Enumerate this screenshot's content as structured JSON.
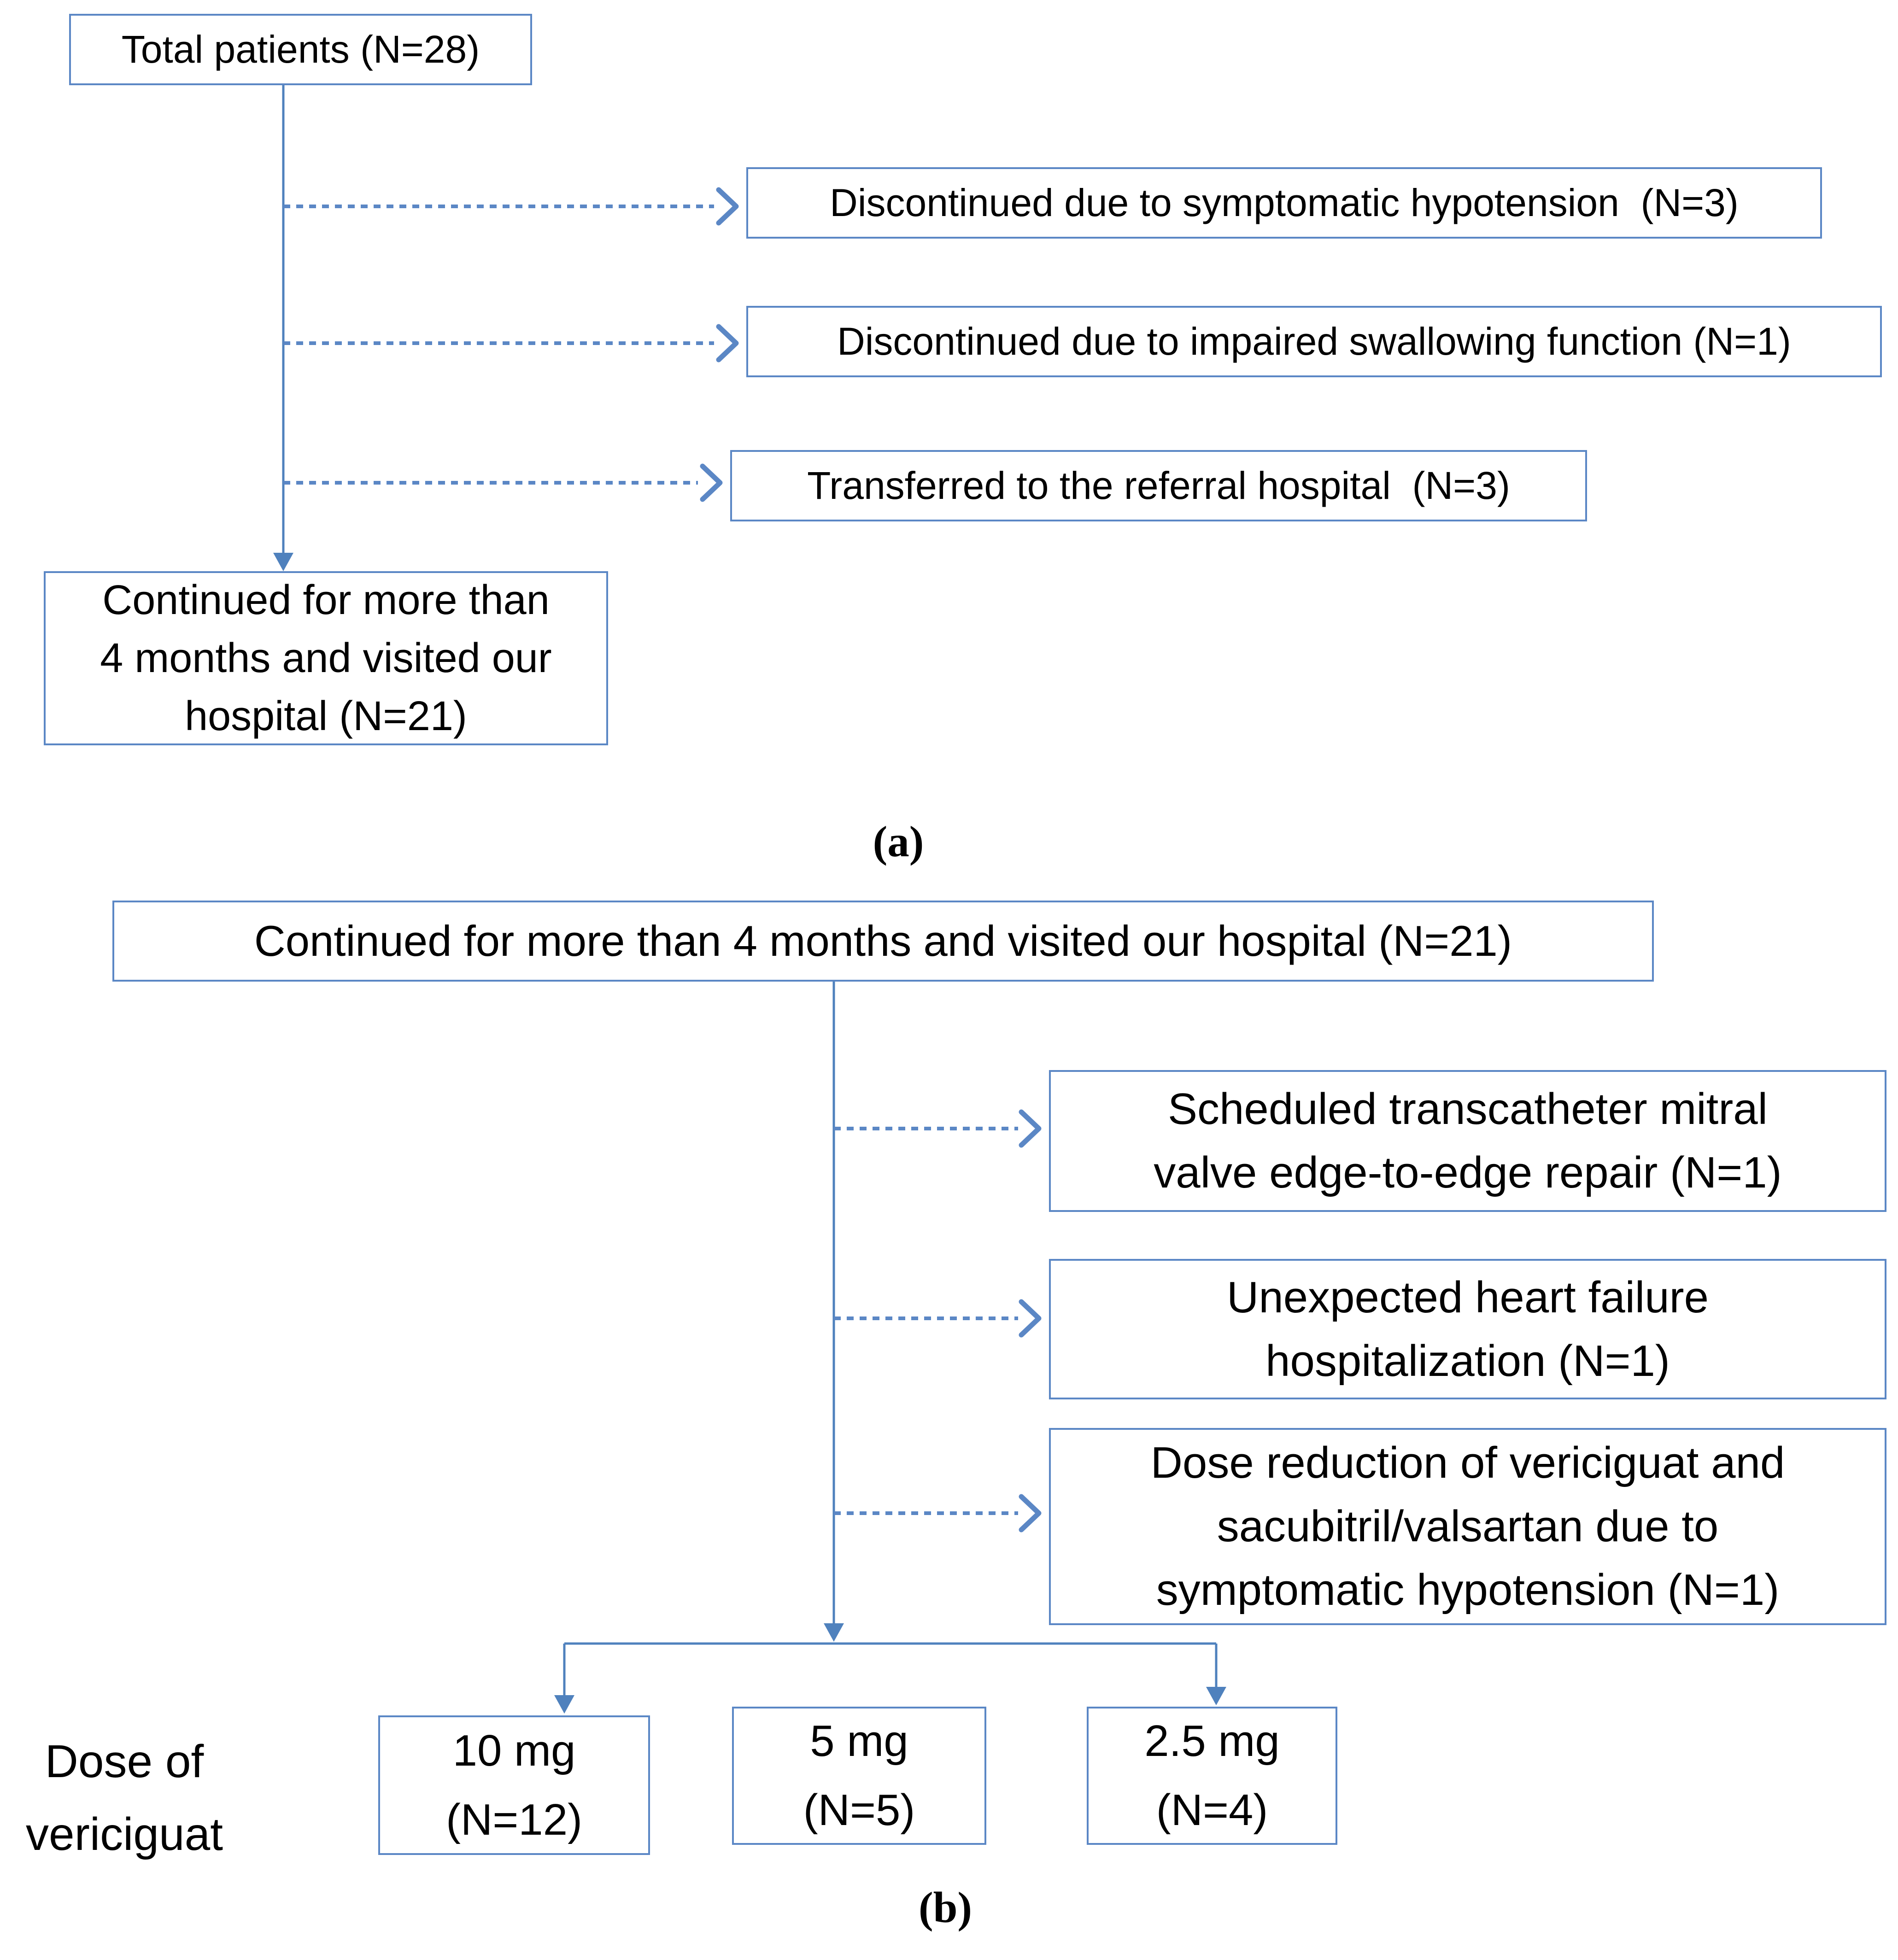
{
  "figure": {
    "colors": {
      "box_border": "#5b87c5",
      "connector_solid": "#4f81bd",
      "connector_dashed": "#5b87c5",
      "text": "#000000",
      "background": "#ffffff"
    },
    "panel_a": {
      "label": "(a)",
      "total_box": {
        "text": "Total patients (N=28)"
      },
      "exclusions": [
        {
          "text": "Discontinued due to symptomatic hypotension  (N=3)"
        },
        {
          "text": "Discontinued due to impaired swallowing function (N=1)"
        },
        {
          "text": "Transferred to the referral hospital  (N=3)"
        }
      ],
      "continued_box": {
        "lines": [
          "Continued for more than",
          "4 months and visited our",
          "hospital (N=21)"
        ]
      }
    },
    "panel_b": {
      "label": "(b)",
      "continued_box": {
        "text": "Continued for more than 4 months and visited our hospital (N=21)"
      },
      "events": [
        {
          "lines": [
            "Scheduled transcatheter mitral",
            "valve edge-to-edge repair (N=1)"
          ]
        },
        {
          "lines": [
            "Unexpected heart failure",
            "hospitalization (N=1)"
          ]
        },
        {
          "lines": [
            "Dose reduction of vericiguat and",
            "sacubitril/valsartan due to",
            "symptomatic hypotension (N=1)"
          ]
        }
      ],
      "dose_label_lines": [
        "Dose of",
        "vericiguat"
      ],
      "dose_boxes": [
        {
          "lines": [
            "10 mg",
            "(N=12)"
          ]
        },
        {
          "lines": [
            "5 mg",
            "(N=5)"
          ]
        },
        {
          "lines": [
            "2.5 mg",
            "(N=4)"
          ]
        }
      ]
    }
  }
}
